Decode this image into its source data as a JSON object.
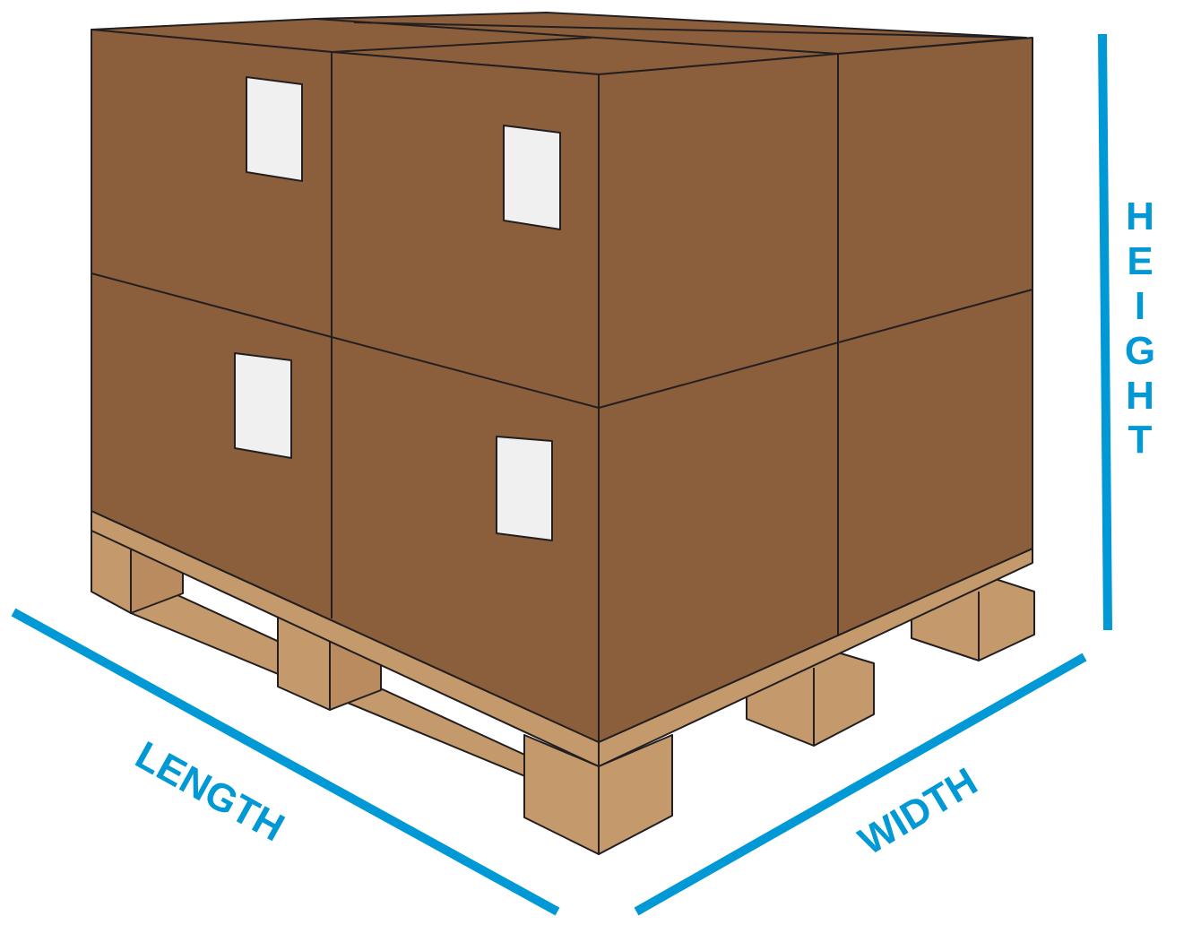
{
  "labels": {
    "length": "LENGTH",
    "width": "WIDTH",
    "height": [
      "H",
      "E",
      "I",
      "G",
      "H",
      "T"
    ]
  },
  "colors": {
    "box": "#8B5E3C",
    "pallet": "#C49A6C",
    "pallet_dark": "#B98B5E",
    "dimension": "#0099D6",
    "shipping_label": "#F0F0F0"
  }
}
